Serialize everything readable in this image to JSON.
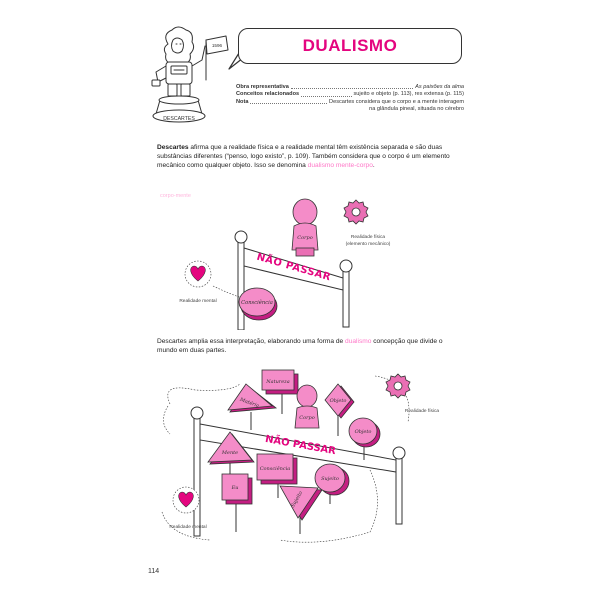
{
  "header": {
    "title": "DUALISMO",
    "statue_label": "DESCARTES",
    "flag_label": "1596"
  },
  "meta": {
    "row1_label": "Obra representativa",
    "row1_value": "As paixões da alma",
    "row2_label": "Conceitos relacionados",
    "row2_value": "sujeito e objeto (p. 113), res extensa (p. 115)",
    "row3_label": "Nota",
    "row3_value": "Descartes considera que o corpo e a mente interagem",
    "row3_cont": "na glândula pineal, situada no cérebro"
  },
  "para1": {
    "lead": "Descartes",
    "line1_rest": " afirma que a realidade física e a realidade mental têm existência separada e são duas",
    "line2": "substâncias diferentes (“penso, logo existo”, p. 109). Também considera que o corpo é um elemento",
    "line3_pre": "mecânico como qualquer objeto. Isso se denomina ",
    "line3_hl": "dualismo mente-corpo",
    "line3_end": "."
  },
  "note1": "corpo-mente",
  "fig1": {
    "corpo": "Corpo",
    "consciencia": "Consciência",
    "sign": "NÃO PASSAR",
    "realidade_fisica": "Realidade física",
    "elemento_mecanico": "(elemento mecânico)",
    "realidade_mental": "Realidade mental"
  },
  "para2": {
    "line1_pre": "Descartes amplia essa interpretação, elaborando uma forma de ",
    "line1_hl": "dualismo",
    "line1_post": " concepção que divide o",
    "line2": "mundo em duas partes."
  },
  "fig2": {
    "natureza": "Natureza",
    "materia": "Matéria",
    "corpo": "Corpo",
    "objeto1": "Objeto",
    "objeto2": "Objeto",
    "sign": "NÃO PASSAR",
    "realidade_fisica": "Realidade física",
    "mente": "Mente",
    "consciencia": "Consciência",
    "sujeito1": "Sujeito",
    "eu": "Eu",
    "sujeito2": "Sujeito",
    "realidade_mental": "Realidade mental"
  },
  "footer": {
    "page_number": "114"
  },
  "colors": {
    "accent": "#e4057f",
    "pink_light": "#f48cc8",
    "pink_mid": "#ea6fb4",
    "pink_dark": "#c41e82"
  }
}
